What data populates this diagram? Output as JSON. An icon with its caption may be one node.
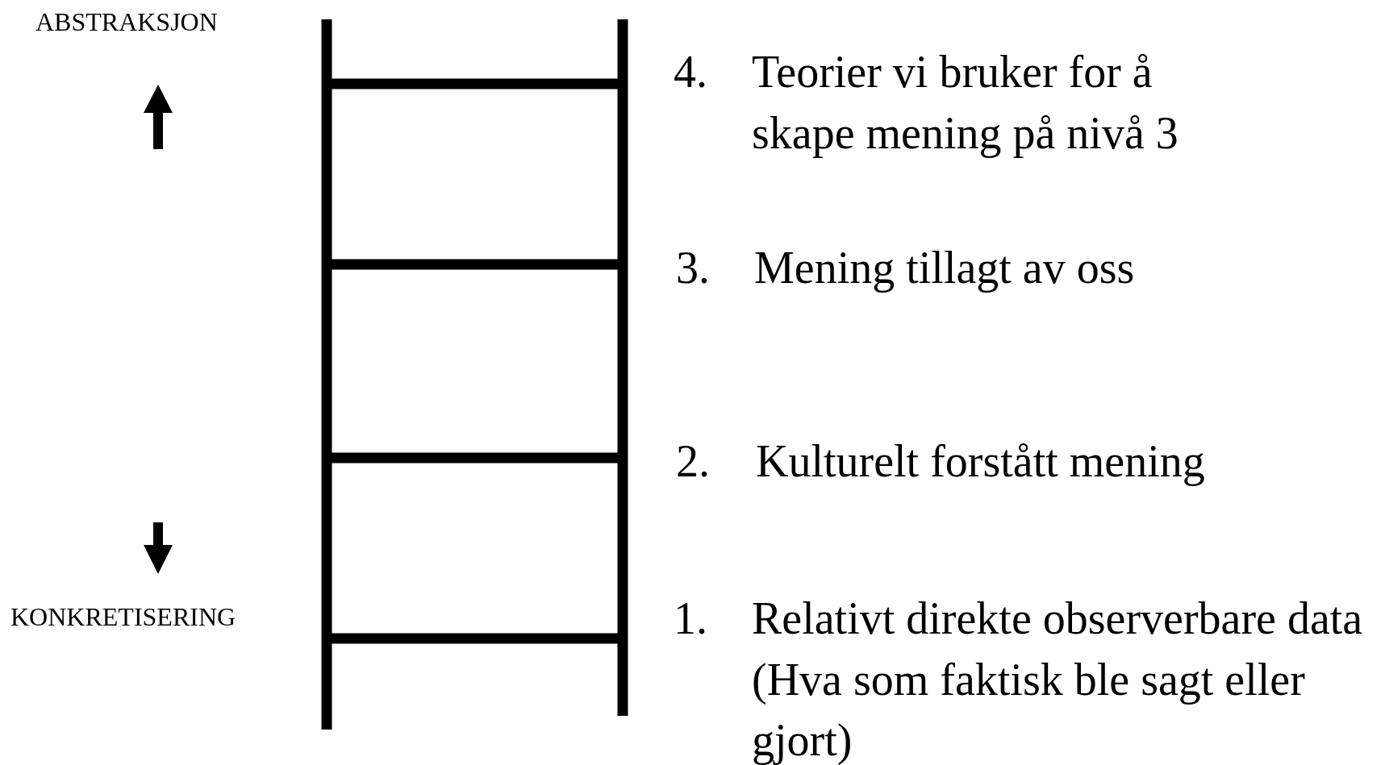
{
  "diagram": {
    "labels": [
      "ABSTRAKSJON",
      "KONKRETISERING",
      "4.",
      "Teorier vi bruker for å skape mening på nivå 3",
      "3.",
      "Mening tillagt av oss",
      "2.",
      "Kulturelt forstått mening",
      "1.",
      "Relativt direkte observerbare data (Hva som faktisk ble sagt eller gjort)"
    ]
  }
}
